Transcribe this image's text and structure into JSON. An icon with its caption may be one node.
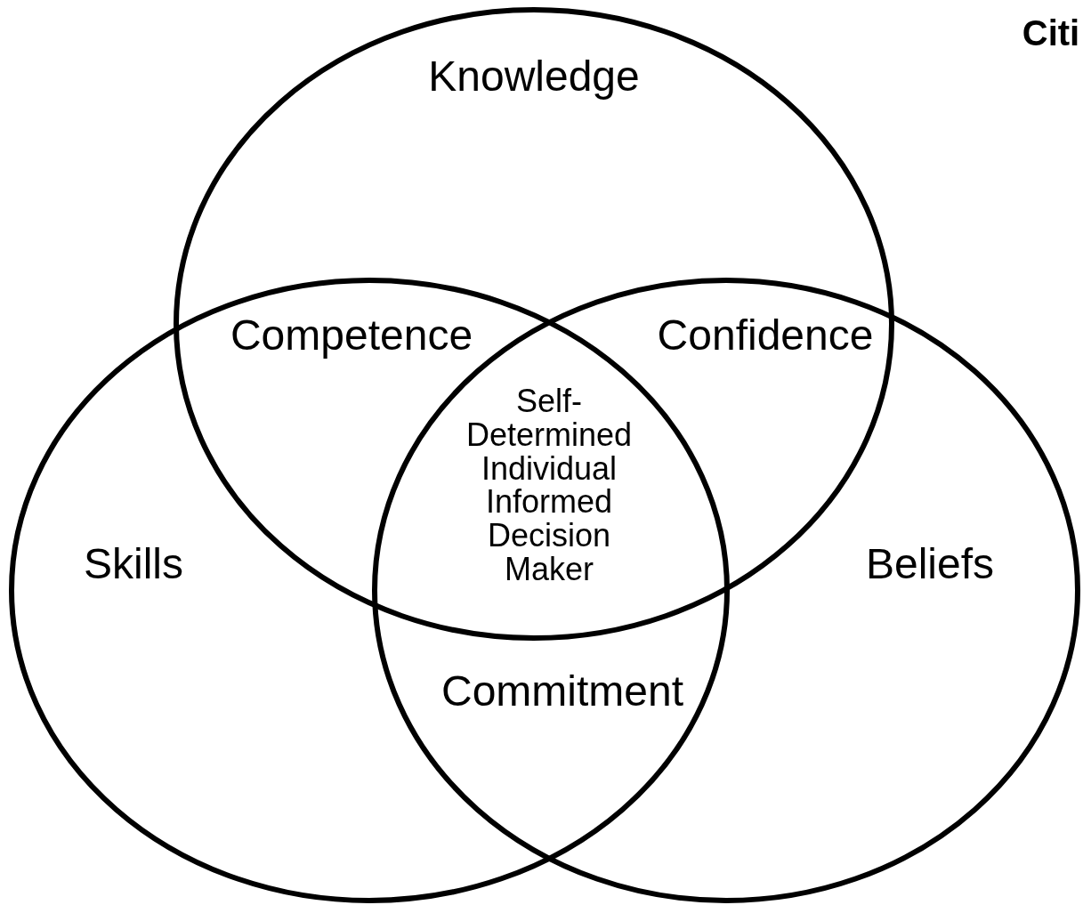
{
  "diagram": {
    "nodes": [
      {
        "text": [
          "Knowledge"
        ]
      },
      {
        "text": [
          "Skills"
        ]
      },
      {
        "text": [
          "Beliefs"
        ]
      }
    ],
    "labels": [
      "Citi",
      "Competence",
      "Confidence",
      "Self-Determined Individual",
      "Informed Decision Maker",
      "Commitment"
    ]
  }
}
